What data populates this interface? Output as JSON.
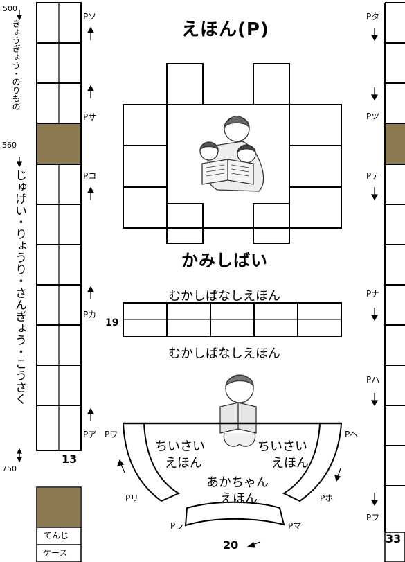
{
  "title": "えほん(P)",
  "kamishibai": "かみしばい",
  "mukashi_top": "むかしばなしえほん",
  "mukashi_bottom": "むかしばなしえほん",
  "shelf_num_19": "19",
  "shelf_num_13": "13",
  "shelf_num_20": "20",
  "shelf_num_33": "33",
  "left_range_top": "500",
  "left_range_mid": "560",
  "left_range_bottom": "750",
  "left_subject_1": "きょうぎょう・のりもの",
  "left_subject_1_col_a": "きょうぎょう・のりもの",
  "left_subject_2": "じゅげい・りょうり・さんぎょう・こうさく",
  "p_labels_left": {
    "so": "Pソ",
    "sa": "Pサ",
    "ko": "Pコ",
    "ka": "Pカ",
    "a": "Pア"
  },
  "p_labels_center": {
    "wa": "Pワ",
    "ri": "Pリ",
    "ra": "Pラ",
    "ma": "Pマ",
    "ho": "Pホ",
    "he": "Pヘ"
  },
  "p_labels_right": {
    "ta": "Pタ",
    "tsu": "Pツ",
    "te": "Pテ",
    "na": "Pナ",
    "ha": "Pハ",
    "fu": "Pフ"
  },
  "chiisai_left_1": "ちいさい",
  "chiisai_left_2": "えほん",
  "chiisai_right_1": "ちいさい",
  "chiisai_right_2": "えほん",
  "akachan_1": "あかちゃん",
  "akachan_2": "えほん",
  "tenji_1": "てんじ",
  "tenji_2": "ケース",
  "colors": {
    "shaded": "#8c7b52",
    "line": "#000000"
  },
  "icons": [
    "up-arrow-icon",
    "down-arrow-icon",
    "mother-reading-illustration",
    "child-reading-illustration"
  ]
}
